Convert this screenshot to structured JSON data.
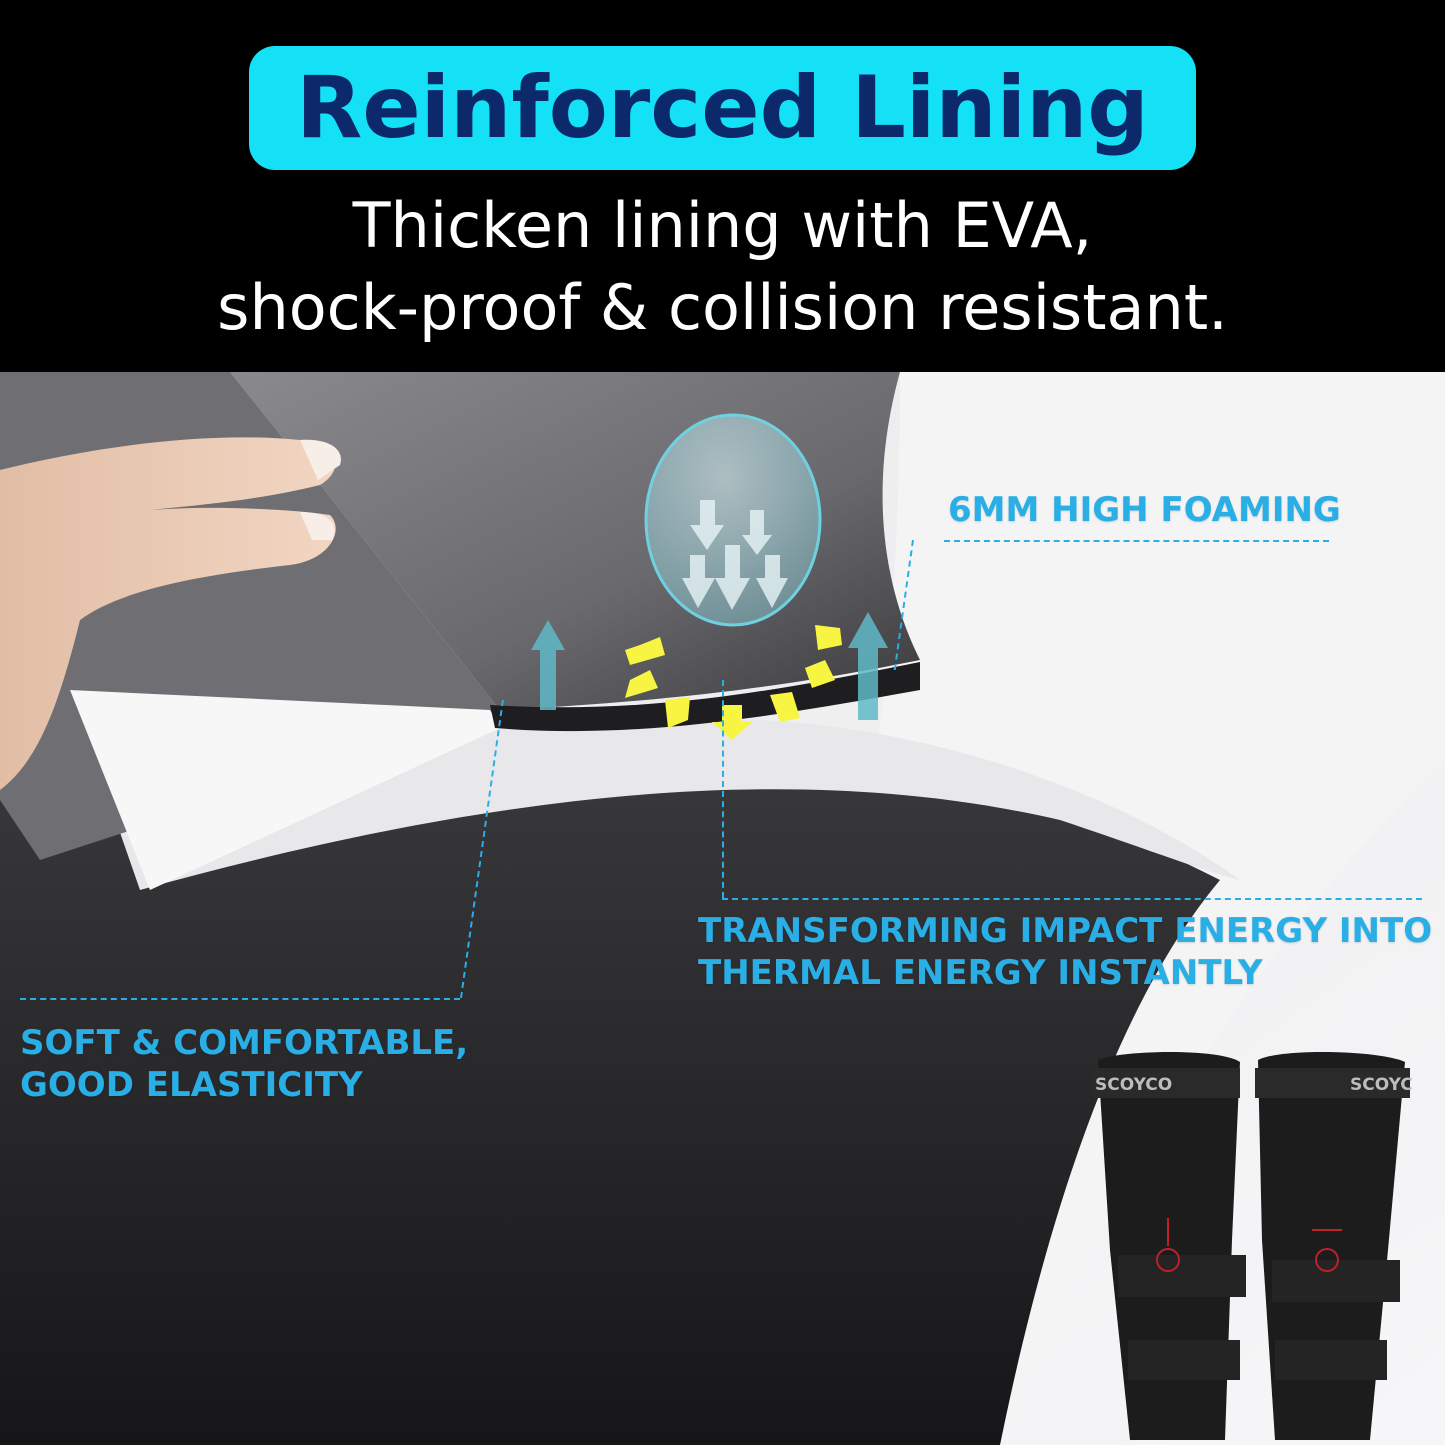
{
  "header": {
    "title": "Reinforced Lining",
    "subtitle_line1": "Thicken lining with EVA,",
    "subtitle_line2": "shock-proof & collision resistant."
  },
  "callouts": {
    "foaming": "6MM HIGH FOAMING",
    "energy_line1": "TRANSFORMING IMPACT ENERGY INTO",
    "energy_line2": "THERMAL ENERGY INSTANTLY",
    "soft_line1": "SOFT & COMFORTABLE,",
    "soft_line2": "GOOD ELASTICITY"
  },
  "product": {
    "brand": "SCOYCO"
  },
  "colors": {
    "title_bg": "#14e1f5",
    "title_text": "#0c2a6b",
    "callout_text": "#29aee6",
    "header_bg": "#000000"
  }
}
